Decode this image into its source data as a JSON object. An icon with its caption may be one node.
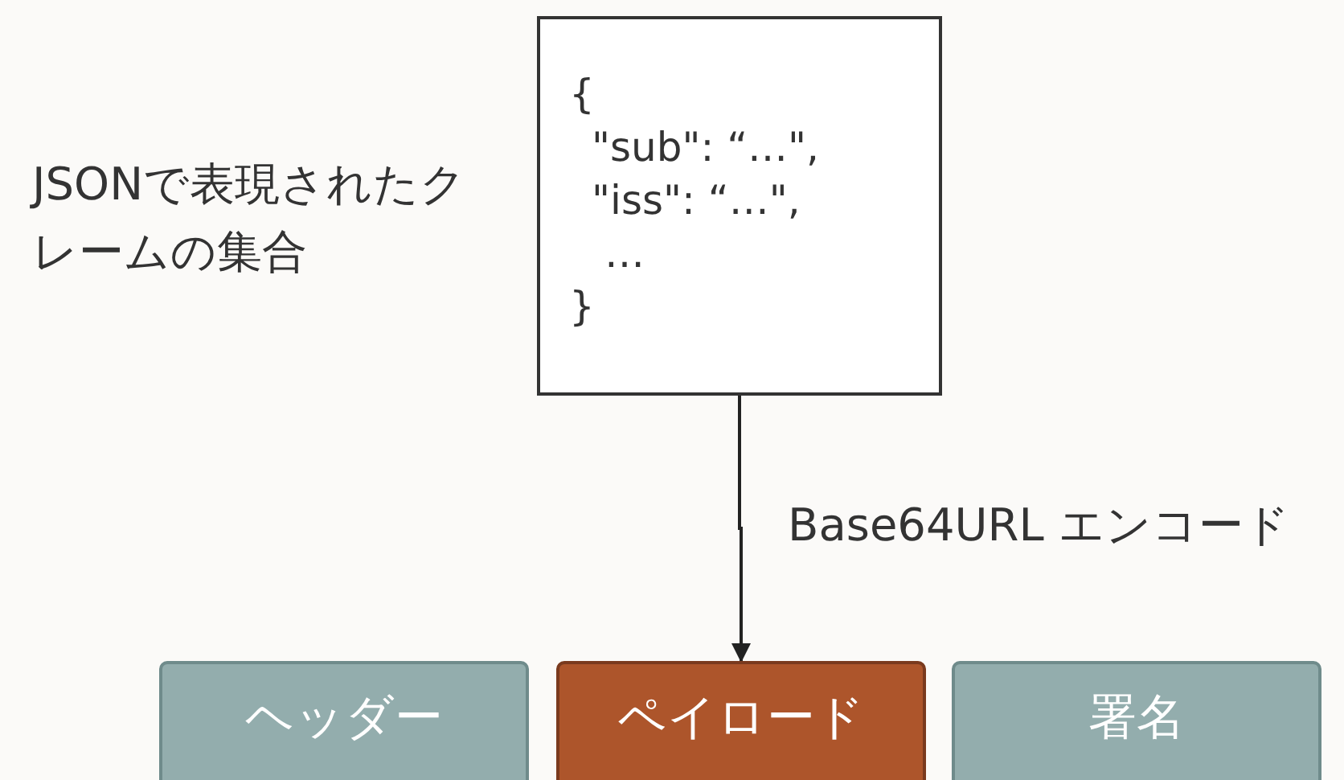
{
  "diagram": {
    "nodes": [
      {
        "text": [
          "{",
          "\"sub\": “…\",",
          "\"iss\": “…\",",
          "…",
          "}"
        ],
        "beside": [
          "JSONで表現されたクレームの集合"
        ]
      },
      {
        "text": [
          "ヘッダー"
        ]
      },
      {
        "text": [
          "ペイロード"
        ]
      },
      {
        "text": [
          "署名"
        ]
      }
    ],
    "edges": [
      {
        "from": 0,
        "to": 2,
        "arrow": "to",
        "label": "Base64URL エンコード"
      }
    ]
  }
}
